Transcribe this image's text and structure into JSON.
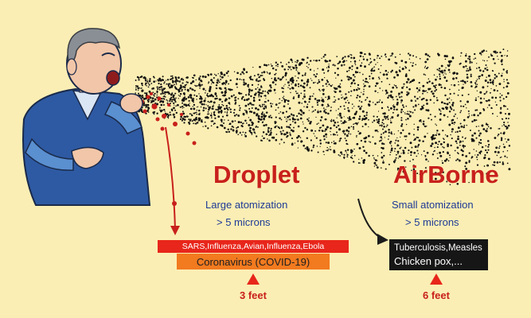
{
  "droplet": {
    "title": "Droplet",
    "line1": "Large atomization",
    "line2": "> 5 microns",
    "diseases_line": "SARS,Influenza,Avian,Influenza,Ebola",
    "covid_line": "Coronavirus (COVID-19)",
    "distance": "3 feet"
  },
  "airborne": {
    "title": "AirBorne",
    "line1": "Small atomization",
    "line2": "> 5 microns",
    "diseases_line1": "Tuberculosis,Measles",
    "diseases_line2": "Chicken pox,...",
    "distance": "6 feet"
  },
  "colors": {
    "background": "#fbeeb4",
    "title_red": "#c8201c",
    "subtitle_blue": "#1d3a96",
    "droplet_box_red": "#e8261b",
    "covid_box_orange": "#f27a1f",
    "airborne_box_black": "#161616"
  }
}
